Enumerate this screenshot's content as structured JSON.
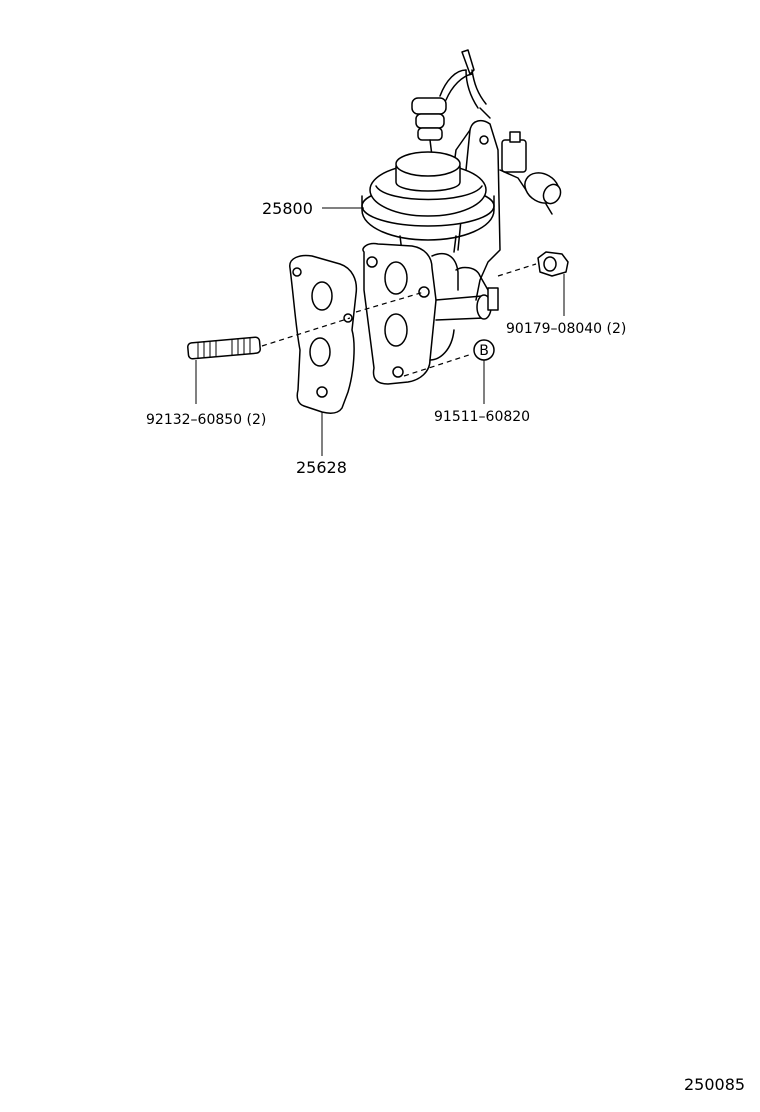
{
  "labels": {
    "egr_valve": "25800",
    "gasket": "25628",
    "stud": "92132–60850 (2)",
    "nut": "90179–08040 (2)",
    "bolt": "91511–60820",
    "bolt_marker": "B",
    "figure_id": "250085"
  },
  "colors": {
    "line": "#000000",
    "background": "#ffffff"
  }
}
